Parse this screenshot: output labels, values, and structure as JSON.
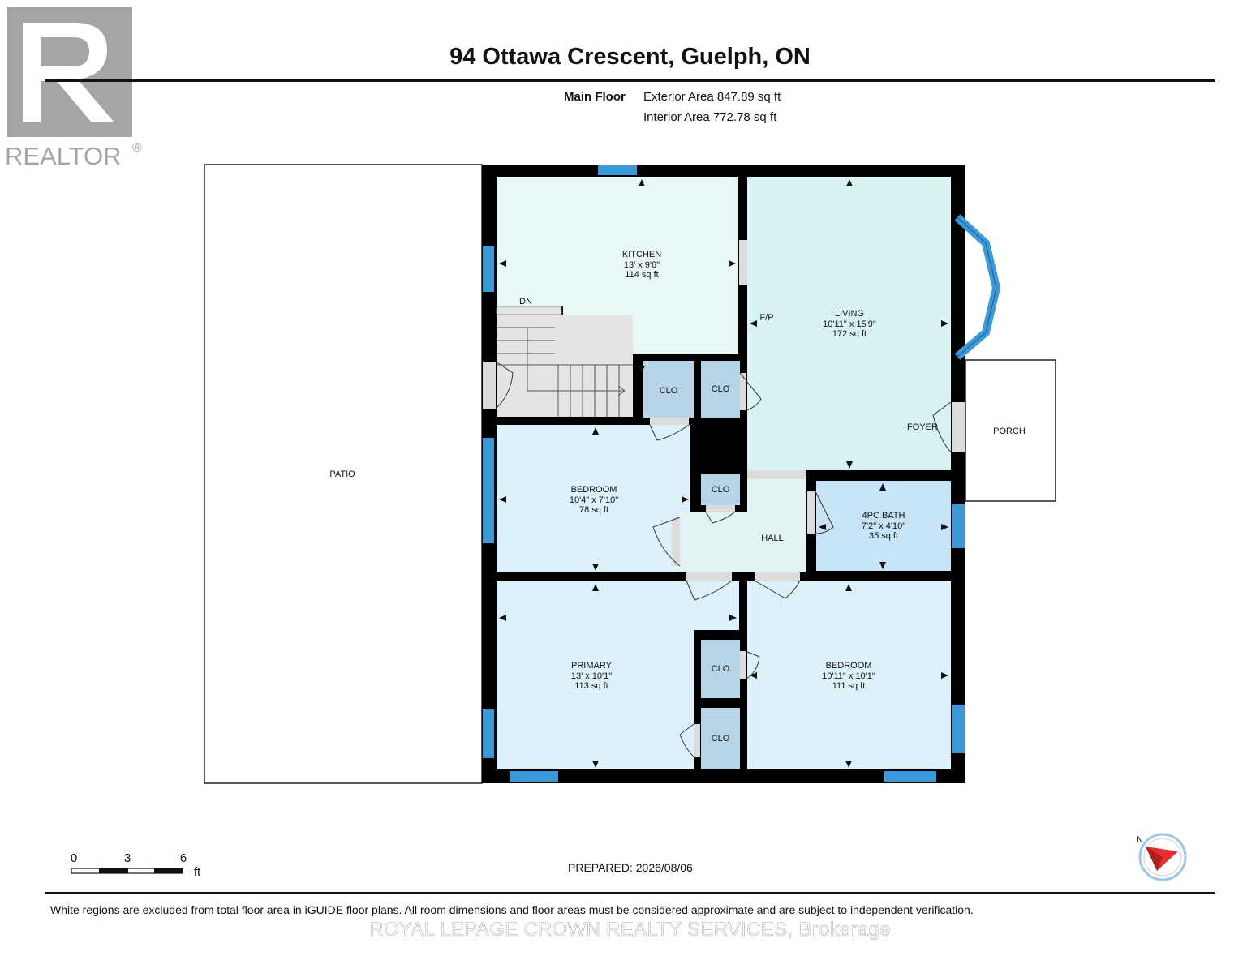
{
  "logo": {
    "text": "REALTOR",
    "mark": "®"
  },
  "title": "94 Ottawa Crescent, Guelph, ON",
  "header": {
    "floor": "Main Floor",
    "exterior": "Exterior Area 847.89 sq ft",
    "interior": "Interior Area 772.78 sq ft"
  },
  "rooms": {
    "patio": {
      "name": "PATIO"
    },
    "kitchen": {
      "name": "KITCHEN",
      "dims": "13' x 9'6\"",
      "area": "114 sq ft"
    },
    "living": {
      "name": "LIVING",
      "dims": "10'11\" x 15'9\"",
      "area": "172 sq ft"
    },
    "fp": "F/P",
    "dn": "DN",
    "foyer": "FOYER",
    "porch": "PORCH",
    "clo": "CLO",
    "bedroom1": {
      "name": "BEDROOM",
      "dims": "10'4\" x 7'10\"",
      "area": "78 sq ft"
    },
    "hall": "HALL",
    "bath": {
      "name": "4PC BATH",
      "dims": "7'2\" x 4'10\"",
      "area": "35 sq ft"
    },
    "primary": {
      "name": "PRIMARY",
      "dims": "13' x 10'1\"",
      "area": "113 sq ft"
    },
    "bedroom2": {
      "name": "BEDROOM",
      "dims": "10'11\" x 10'1\"",
      "area": "111 sq ft"
    }
  },
  "scale": {
    "ticks": [
      "0",
      "3",
      "6"
    ],
    "unit": "ft"
  },
  "compass": {
    "label": "N"
  },
  "prepared": "PREPARED: 2026/08/06",
  "disclaimer": "White regions are excluded from total floor area in iGUIDE floor plans. All room dimensions and floor areas must be considered approximate and are subject to independent verification.",
  "watermark": "ROYAL LEPAGE CROWN REALTY SERVICES, Brokerage",
  "colors": {
    "wall": "#000000",
    "window": "#3a9ad9",
    "kitchen": "#e8f8f6",
    "living": "#d8f1f1",
    "bedroom": "#ddf1fa",
    "bath": "#c7e4f7",
    "closet": "#b7d3e6",
    "hall": "#e1f3f2",
    "stairs": "#e4e4e4"
  }
}
